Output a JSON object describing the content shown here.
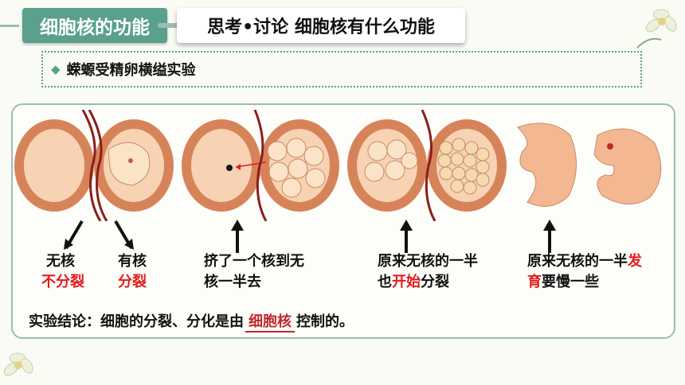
{
  "header": {
    "section_title": "细胞核的功能",
    "topic": "思考•讨论 细胞核有什么功能"
  },
  "subtitle": "蝾螈受精卵横缢实验",
  "labels": {
    "no_nucleus": "无核",
    "no_division": "不分裂",
    "with_nucleus": "有核",
    "division": "分裂",
    "squeeze_1": "挤了一个核到无",
    "squeeze_2": "核一半去",
    "orig_no_nucleus": "原来无核的一半",
    "also_prefix": "也",
    "start": "开始",
    "divide": "分裂",
    "develop_prefix": "原来无核的一半",
    "develop_red_1": "发",
    "develop_red_2": "育",
    "develop_rest": "要慢一些"
  },
  "conclusion": {
    "prefix": "实验结论：细胞的分裂、分化是由",
    "answer": "细胞核",
    "suffix": "控制的。"
  },
  "colors": {
    "accent": "#5aa08c",
    "red": "#e21b1b",
    "cell_outer": "#d7835a",
    "cell_inner": "#f7d3b4"
  }
}
